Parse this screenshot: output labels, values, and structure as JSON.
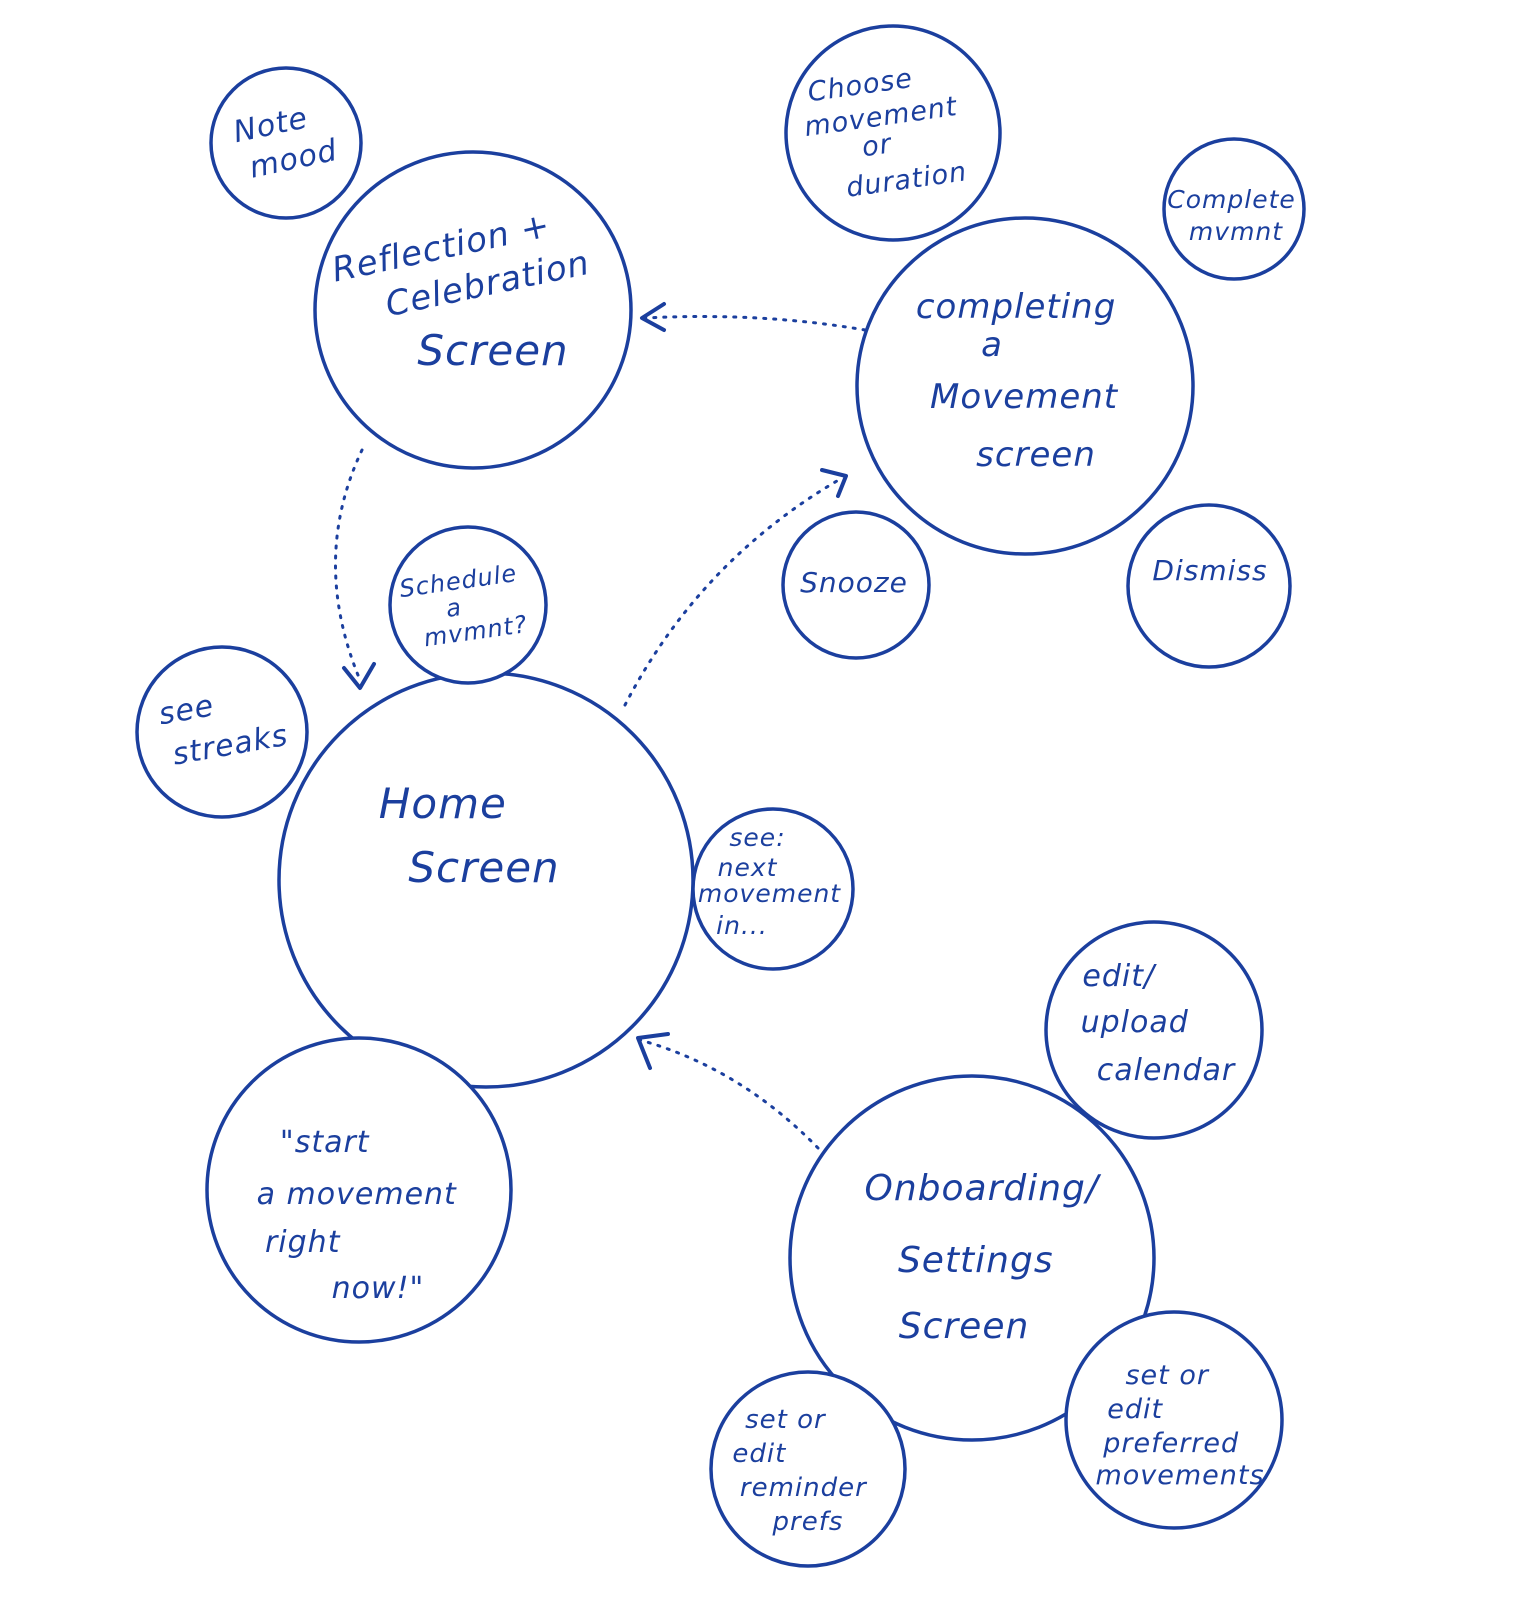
{
  "diagram": {
    "ink_color": "#1b3f9e",
    "nodes": {
      "home": {
        "lines": [
          "Home",
          "Screen"
        ]
      },
      "reflection": {
        "lines": [
          "Reflection +",
          "Celebration",
          "Screen"
        ]
      },
      "completing": {
        "lines": [
          "completing",
          "a",
          "Movement",
          "screen"
        ]
      },
      "onboarding": {
        "lines": [
          "Onboarding/",
          "Settings",
          "Screen"
        ]
      },
      "note_mood": {
        "lines": [
          "Note",
          "mood"
        ]
      },
      "choose_movement": {
        "lines": [
          "Choose",
          "movement",
          "or",
          "duration"
        ]
      },
      "complete_mvmnt": {
        "lines": [
          "Complete",
          "mvmnt"
        ]
      },
      "snooze": {
        "lines": [
          "Snooze"
        ]
      },
      "dismiss": {
        "lines": [
          "Dismiss"
        ]
      },
      "schedule_mvmnt": {
        "lines": [
          "Schedule",
          "a",
          "mvmnt?"
        ]
      },
      "see_streaks": {
        "lines": [
          "see",
          "streaks"
        ]
      },
      "see_next_movement": {
        "lines": [
          "see:",
          "next",
          "movement",
          "in..."
        ]
      },
      "start_movement_now": {
        "lines": [
          "\"start",
          "a movement",
          "right",
          "now!\""
        ]
      },
      "edit_calendar": {
        "lines": [
          "edit/",
          "upload",
          "calendar"
        ]
      },
      "reminder_prefs": {
        "lines": [
          "set or",
          "edit",
          "reminder",
          "prefs"
        ]
      },
      "preferred_movements": {
        "lines": [
          "set or",
          "edit",
          "preferred",
          "movements"
        ]
      }
    }
  }
}
